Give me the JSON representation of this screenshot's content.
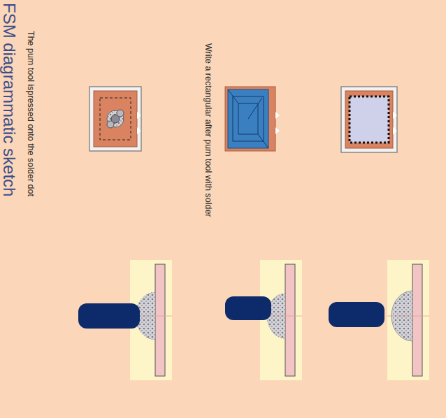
{
  "diagram": {
    "title": "FSM diagrammatic sketch",
    "labels": [
      "The pum tool ispressed onto the solder dot",
      "Write a rectangular after pum tool with solder"
    ]
  }
}
